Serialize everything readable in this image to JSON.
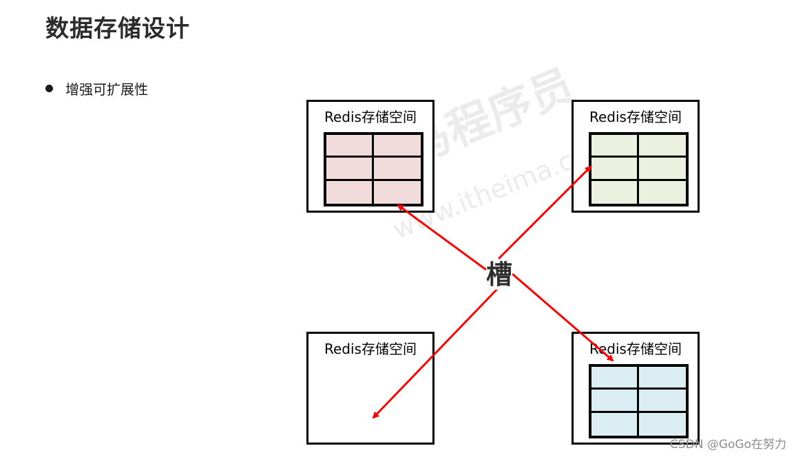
{
  "title": "数据存储设计",
  "bullet": "增强可扩展性",
  "center_label": "槽",
  "stores": [
    {
      "label": "Redis存储空间",
      "fill": "#f2dcdb"
    },
    {
      "label": "Redis存储空间",
      "fill": "#ebf1de"
    },
    {
      "label": "Redis存储空间",
      "fill": null
    },
    {
      "label": "Redis存储空间",
      "fill": "#dbeef4"
    }
  ],
  "arrow_color": "#ff0000",
  "background_logo": {
    "brand": "黑马程序员",
    "url": "www.itheima.com"
  },
  "watermark": "CSDN @GoGo在努力"
}
